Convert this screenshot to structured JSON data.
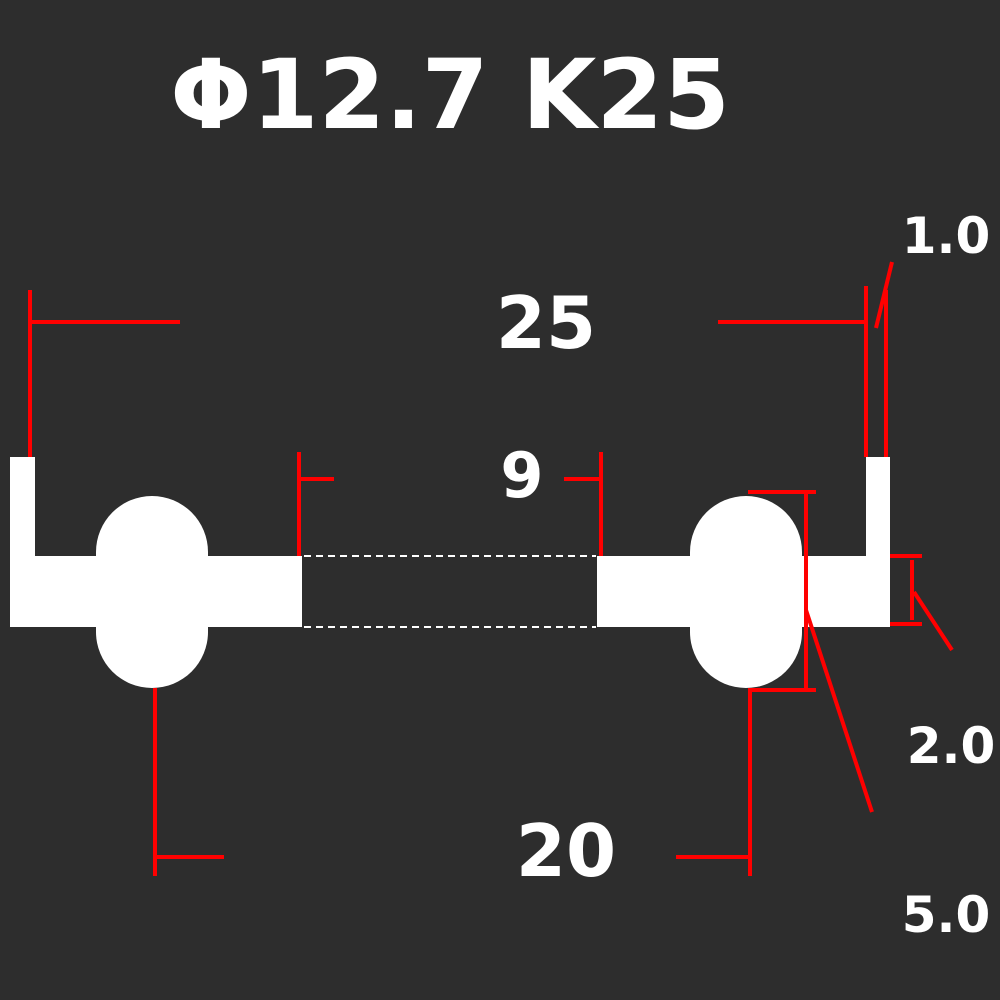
{
  "title": "Φ12.7 K25",
  "dimensions": {
    "overall_length": "25",
    "gap": "9",
    "pin_spacing": "20",
    "wire_thickness": "1.0",
    "bar_thickness": "2.0",
    "head_width": "5.0"
  },
  "colors": {
    "background": "#2d2d2d",
    "part": "#ffffff",
    "dimension_line": "#ff0000"
  }
}
